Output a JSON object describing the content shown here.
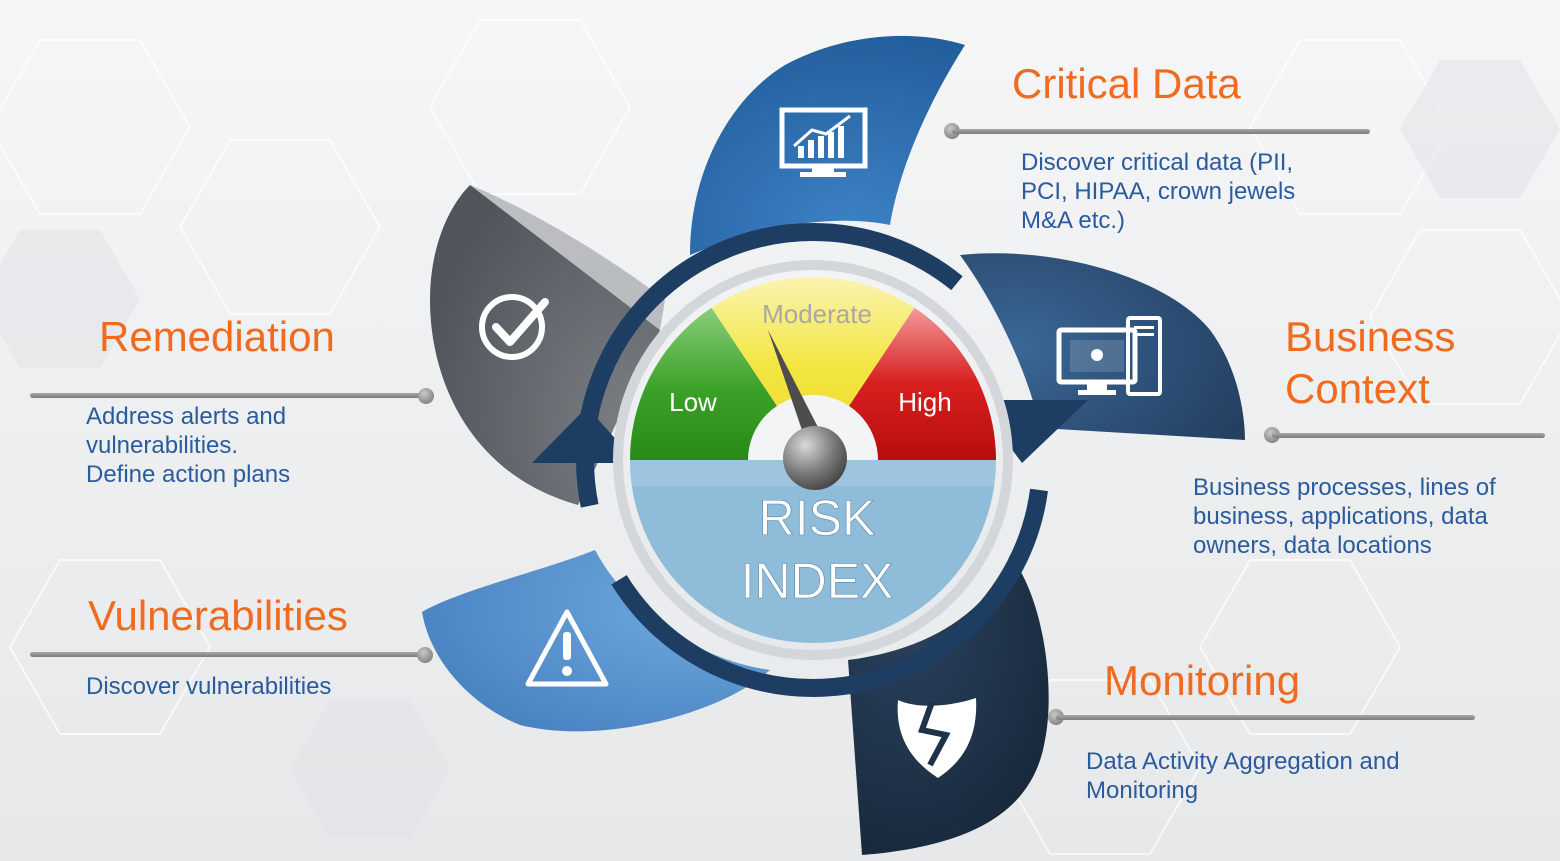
{
  "center": {
    "title_line1": "RISK",
    "title_line2": "INDEX",
    "gauge": {
      "low_label": "Low",
      "moderate_label": "Moderate",
      "high_label": "High",
      "colors": {
        "low": "#2f9a1c",
        "moderate": "#f3e53a",
        "high": "#cc1010",
        "base": "#8fbcd9"
      }
    }
  },
  "segments": [
    {
      "id": "critical-data",
      "title": "Critical Data",
      "icon": "monitor-chart-icon",
      "description_lines": [
        "Discover critical data (PII,",
        "PCI, HIPAA, crown jewels",
        "M&A etc.)"
      ]
    },
    {
      "id": "business-context",
      "title_lines": [
        "Business",
        "Context"
      ],
      "icon": "desktop-computer-icon",
      "description_lines": [
        "Business processes, lines of",
        "business,  applications, data",
        "owners, data locations"
      ]
    },
    {
      "id": "monitoring",
      "title": "Monitoring",
      "icon": "broken-shield-icon",
      "description_lines": [
        "Data Activity Aggregation and",
        "Monitoring"
      ]
    },
    {
      "id": "vulnerabilities",
      "title": "Vulnerabilities",
      "icon": "warning-triangle-icon",
      "description_lines": [
        "Discover vulnerabilities"
      ]
    },
    {
      "id": "remediation",
      "title": "Remediation",
      "icon": "checkmark-circle-icon",
      "description_lines": [
        "Address alerts and",
        "vulnerabilities.",
        "Define action plans"
      ]
    }
  ],
  "colors": {
    "accent_title": "#f06b1f",
    "description_text": "#2a5b9e",
    "segment_critical_data": "#2f6fb2",
    "segment_business_context": "#2d557f",
    "segment_monitoring": "#1e3249",
    "segment_vulnerabilities": "#5d9bd5",
    "segment_remediation": "#606468",
    "cycle_ring": "#1d3d63"
  }
}
